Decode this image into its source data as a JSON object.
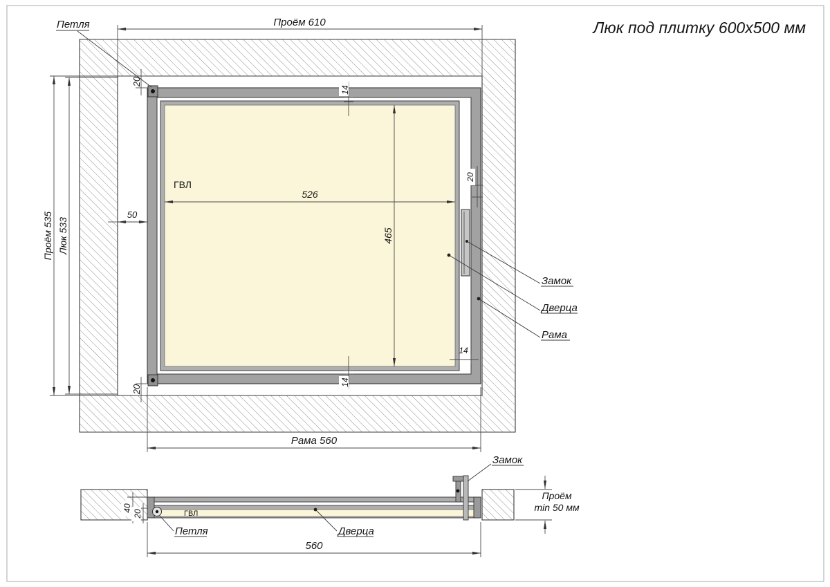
{
  "title": "Люк под плитку 600х500 мм",
  "main": {
    "labels": {
      "hinge": "Петля",
      "gvl": "ГВЛ",
      "lock": "Замок",
      "door": "Дверца",
      "frame": "Рама"
    },
    "dims": {
      "opening_w": "Проём 610",
      "opening_h": "Проём 535",
      "hatch_h": "Люк 533",
      "gap_top": "20",
      "gap_bottom": "20",
      "gap_right": "20",
      "offset_left": "50",
      "panel_w": "526",
      "panel_h": "465",
      "clear_top": "14",
      "clear_bottom": "14",
      "clear_right": "14",
      "frame_w": "Рама 560"
    }
  },
  "section": {
    "labels": {
      "lock": "Замок",
      "hinge": "Петля",
      "door": "Дверца",
      "gvl": "ГВЛ"
    },
    "dims": {
      "depth": "40",
      "door_depth": "20",
      "width": "560",
      "opening_1": "Проём",
      "opening_2": "min 50 мм"
    }
  },
  "colors": {
    "frame_gray": "#a8a8a8",
    "panel_cream": "#fbf6d9",
    "hatch_line": "#8f8f8f",
    "line_dark": "#3a3a3a"
  }
}
